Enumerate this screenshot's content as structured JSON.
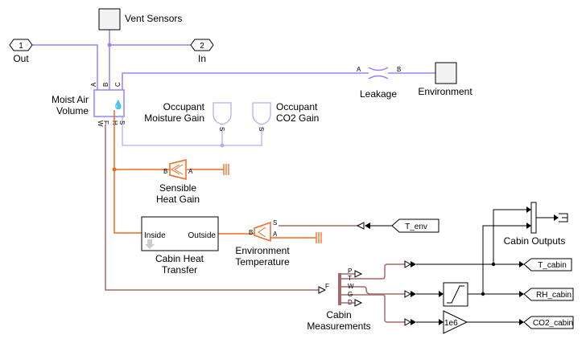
{
  "blocks": {
    "vent_sensors": "Vent Sensors",
    "out_port": {
      "number": "1",
      "label": "Out"
    },
    "in_port": {
      "number": "2",
      "label": "In"
    },
    "moist_air_volume": {
      "line1": "Moist Air",
      "line2": "Volume",
      "ports": [
        "A",
        "B",
        "C",
        "W",
        "F",
        "H",
        "S"
      ]
    },
    "leakage": {
      "label": "Leakage",
      "ports": [
        "A",
        "B"
      ]
    },
    "environment": "Environment",
    "occupant_moisture_gain": {
      "line1": "Occupant",
      "line2": "Moisture Gain",
      "port": "S"
    },
    "occupant_co2_gain": {
      "line1": "Occupant",
      "line2": "CO2 Gain",
      "port": "S"
    },
    "sensible_heat_gain": {
      "line1": "Sensible",
      "line2": "Heat Gain",
      "ports": [
        "B",
        "A"
      ]
    },
    "cabin_heat_transfer": {
      "line1": "Cabin Heat",
      "line2": "Transfer",
      "inside": "Inside",
      "outside": "Outside"
    },
    "environment_temperature": {
      "line1": "Environment",
      "line2": "Temperature",
      "ports": [
        "B",
        "S",
        "A"
      ]
    },
    "cabin_measurements": {
      "line1": "Cabin",
      "line2": "Measurements",
      "in_port": "F",
      "ports": [
        "P",
        "T",
        "W",
        "G",
        "D"
      ]
    },
    "gain": "1e6",
    "cabin_outputs": "Cabin Outputs",
    "tags": {
      "t_env": "T_env",
      "t_cabin": "T_cabin",
      "rh_cabin": "RH_cabin",
      "co2_cabin": "CO2_cabin"
    }
  },
  "colors": {
    "moist_air": "#9b80f2",
    "thermal": "#f06a1f",
    "sensor": "#a66a6a",
    "signal": "#000000"
  }
}
